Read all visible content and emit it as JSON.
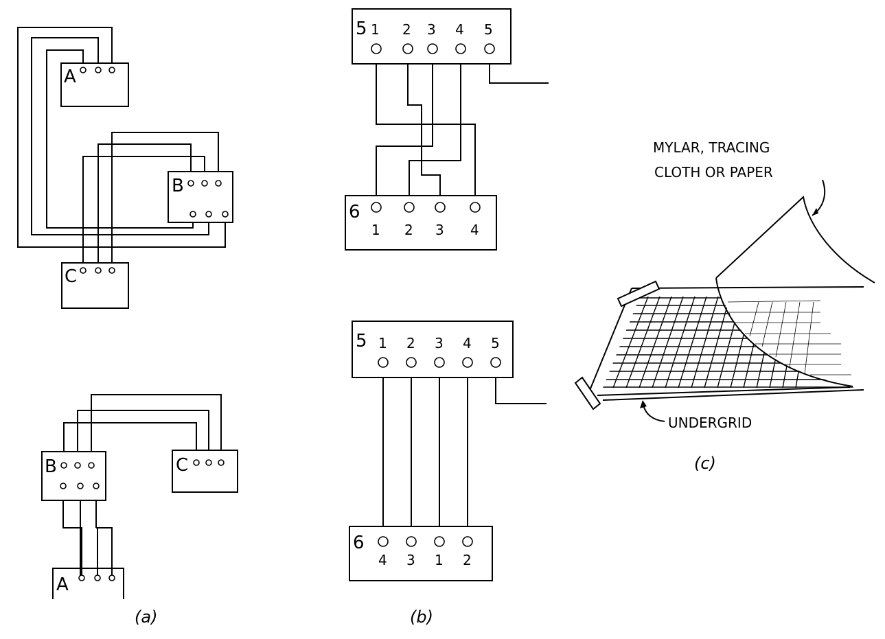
{
  "panel_a": {
    "top": {
      "box_a": "A",
      "box_b": "B",
      "box_c": "C"
    },
    "bottom": {
      "box_b": "B",
      "box_c": "C",
      "box_a": "A"
    },
    "caption": "(a)"
  },
  "panel_b": {
    "top": {
      "box5_label": "5",
      "box5_terminals": [
        "1",
        "2",
        "3",
        "4",
        "5"
      ],
      "box6_label": "6",
      "box6_terminals": [
        "1",
        "2",
        "3",
        "4"
      ]
    },
    "bottom": {
      "box5_label": "5",
      "box5_terminals": [
        "1",
        "2",
        "3",
        "4",
        "5"
      ],
      "box6_label": "6",
      "box6_terminals": [
        "4",
        "3",
        "1",
        "2"
      ]
    },
    "caption": "(b)"
  },
  "panel_c": {
    "sheet_label_line1": "MYLAR, TRACING",
    "sheet_label_line2": "CLOTH OR PAPER",
    "grid_label": "UNDERGRID",
    "caption": "(c)"
  }
}
